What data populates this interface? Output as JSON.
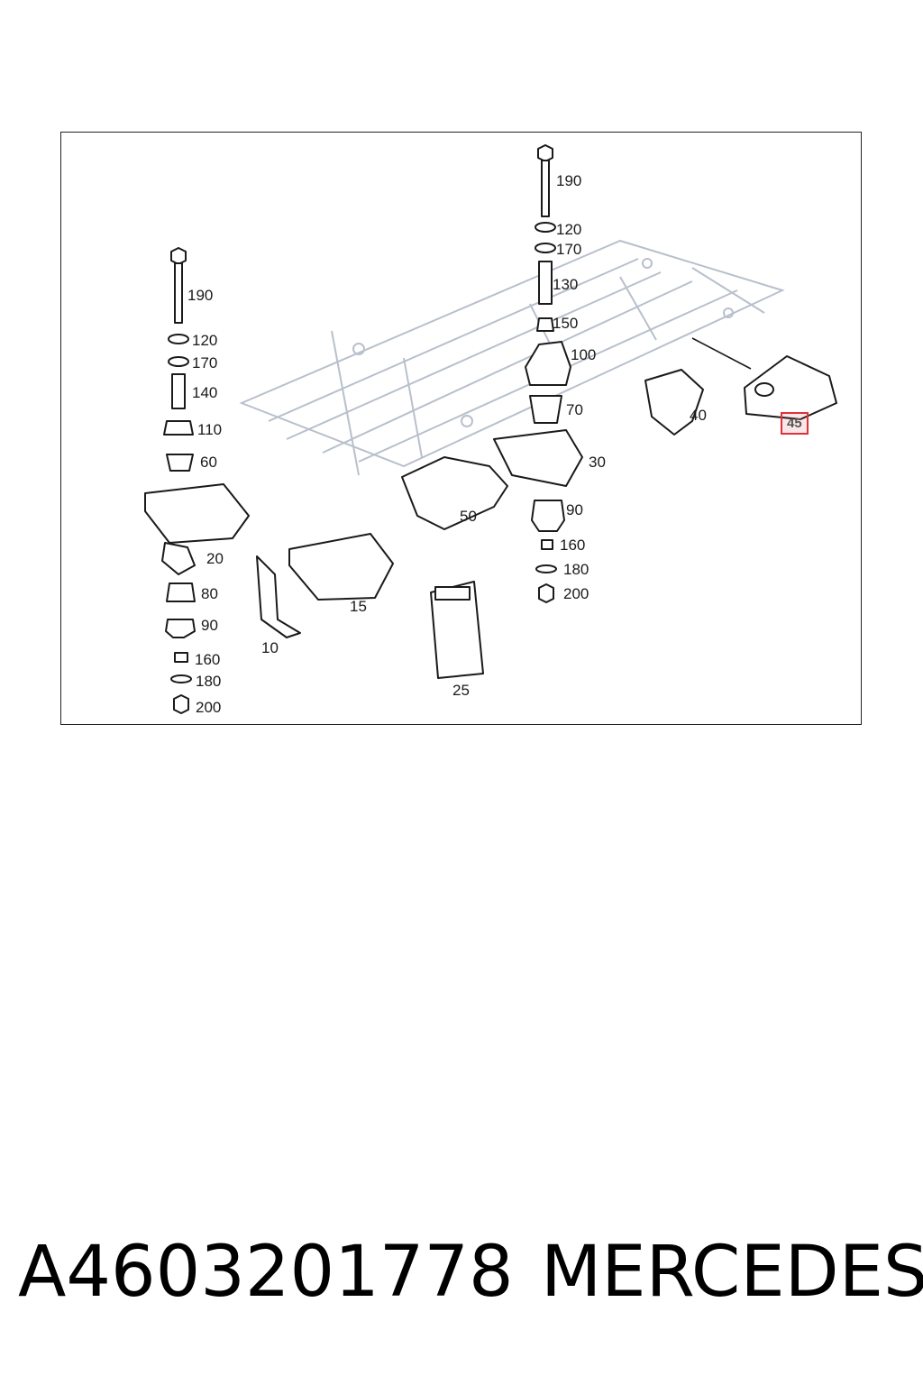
{
  "diagram": {
    "labels": [
      "190",
      "120",
      "170",
      "130",
      "150",
      "100",
      "70",
      "30",
      "40",
      "45",
      "190",
      "120",
      "170",
      "140",
      "110",
      "60",
      "20",
      "80",
      "90",
      "160",
      "180",
      "200",
      "10",
      "15",
      "50",
      "25",
      "90",
      "160",
      "180",
      "200"
    ],
    "highlighted": "45"
  },
  "footer": {
    "part_number": "A4603201778",
    "brand": "MERCEDES"
  },
  "colors": {
    "highlight": "#e0313a",
    "frame_line": "#b8c0cc",
    "part_line": "#1a1a1a"
  }
}
